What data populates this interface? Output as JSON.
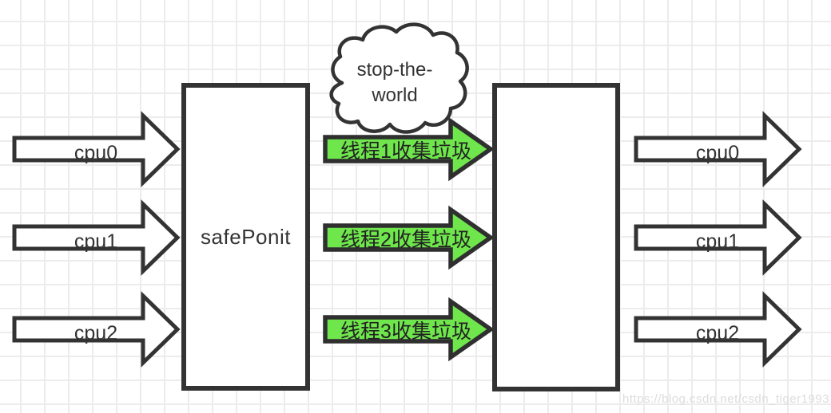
{
  "diagram": {
    "title_cloud": {
      "line1": "stop-the-",
      "line2": "world"
    },
    "left_arrows": [
      {
        "label": "cpu0"
      },
      {
        "label": "cpu1"
      },
      {
        "label": "cpu2"
      }
    ],
    "gc_arrows": [
      {
        "label": "线程1收集垃圾"
      },
      {
        "label": "线程2收集垃圾"
      },
      {
        "label": "线程3收集垃圾"
      }
    ],
    "right_arrows": [
      {
        "label": "cpu0"
      },
      {
        "label": "cpu1"
      },
      {
        "label": "cpu2"
      }
    ],
    "safepoint_box": {
      "label": "safePonit"
    },
    "gc_box": {
      "label": ""
    },
    "watermark": "https://blog.csdn.net/csdn_tiger1993",
    "colors": {
      "stroke": "#333333",
      "shape_fill": "#ffffff",
      "gc_arrow_fill": "#6fe74c",
      "grid_line": "#ececec",
      "watermark_text": "#dcdcdc"
    }
  }
}
